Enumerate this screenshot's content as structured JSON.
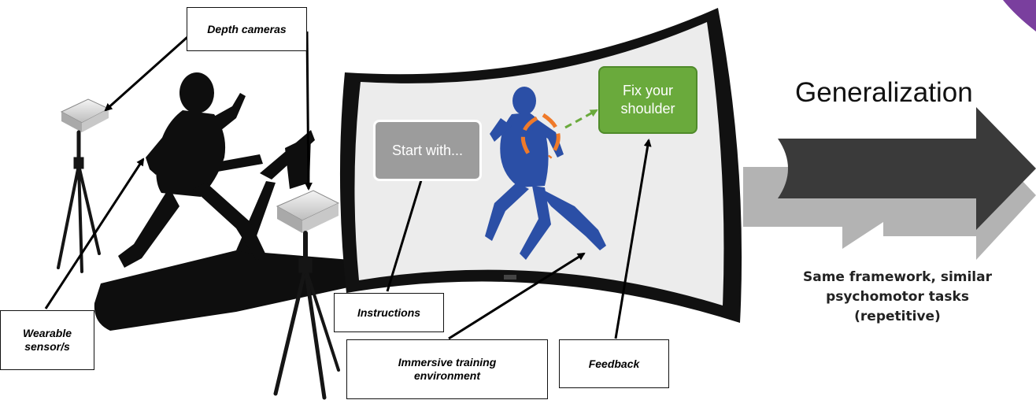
{
  "callouts": {
    "depth_cameras": "Depth cameras",
    "wearable_sensors_line1": "Wearable",
    "wearable_sensors_line2": "sensor/s",
    "instructions": "Instructions",
    "immersive_env_line1": "Immersive training",
    "immersive_env_line2": "environment",
    "feedback": "Feedback"
  },
  "screen": {
    "instruction_card": "Start with...",
    "feedback_card_line1": "Fix your",
    "feedback_card_line2": "shoulder"
  },
  "generalization": {
    "title": "Generalization",
    "desc_line1": "Same framework, similar",
    "desc_line2": "psychomotor tasks",
    "desc_line3": "(repetitive)"
  },
  "colors": {
    "silhouette": "#0e0e0e",
    "screen_bezel": "#111111",
    "screen_surface": "#ececec",
    "runner_blue": "#2b4fa6",
    "instruction_card": "#9c9c9c",
    "feedback_card": "#6aaa3c",
    "shoulder_arc": "#ef7a2a",
    "feedback_arrow": "#6aaa3c",
    "arrow_dark": "#3a3a3a",
    "arrow_light": "#b3b3b3",
    "corner_accent": "#7a3f9e"
  },
  "icons": [
    "depth-camera-icon",
    "tripod-icon",
    "treadmill-icon",
    "runner-silhouette-icon",
    "curved-screen-icon",
    "runner-figure-icon",
    "generalization-arrow-icon"
  ]
}
